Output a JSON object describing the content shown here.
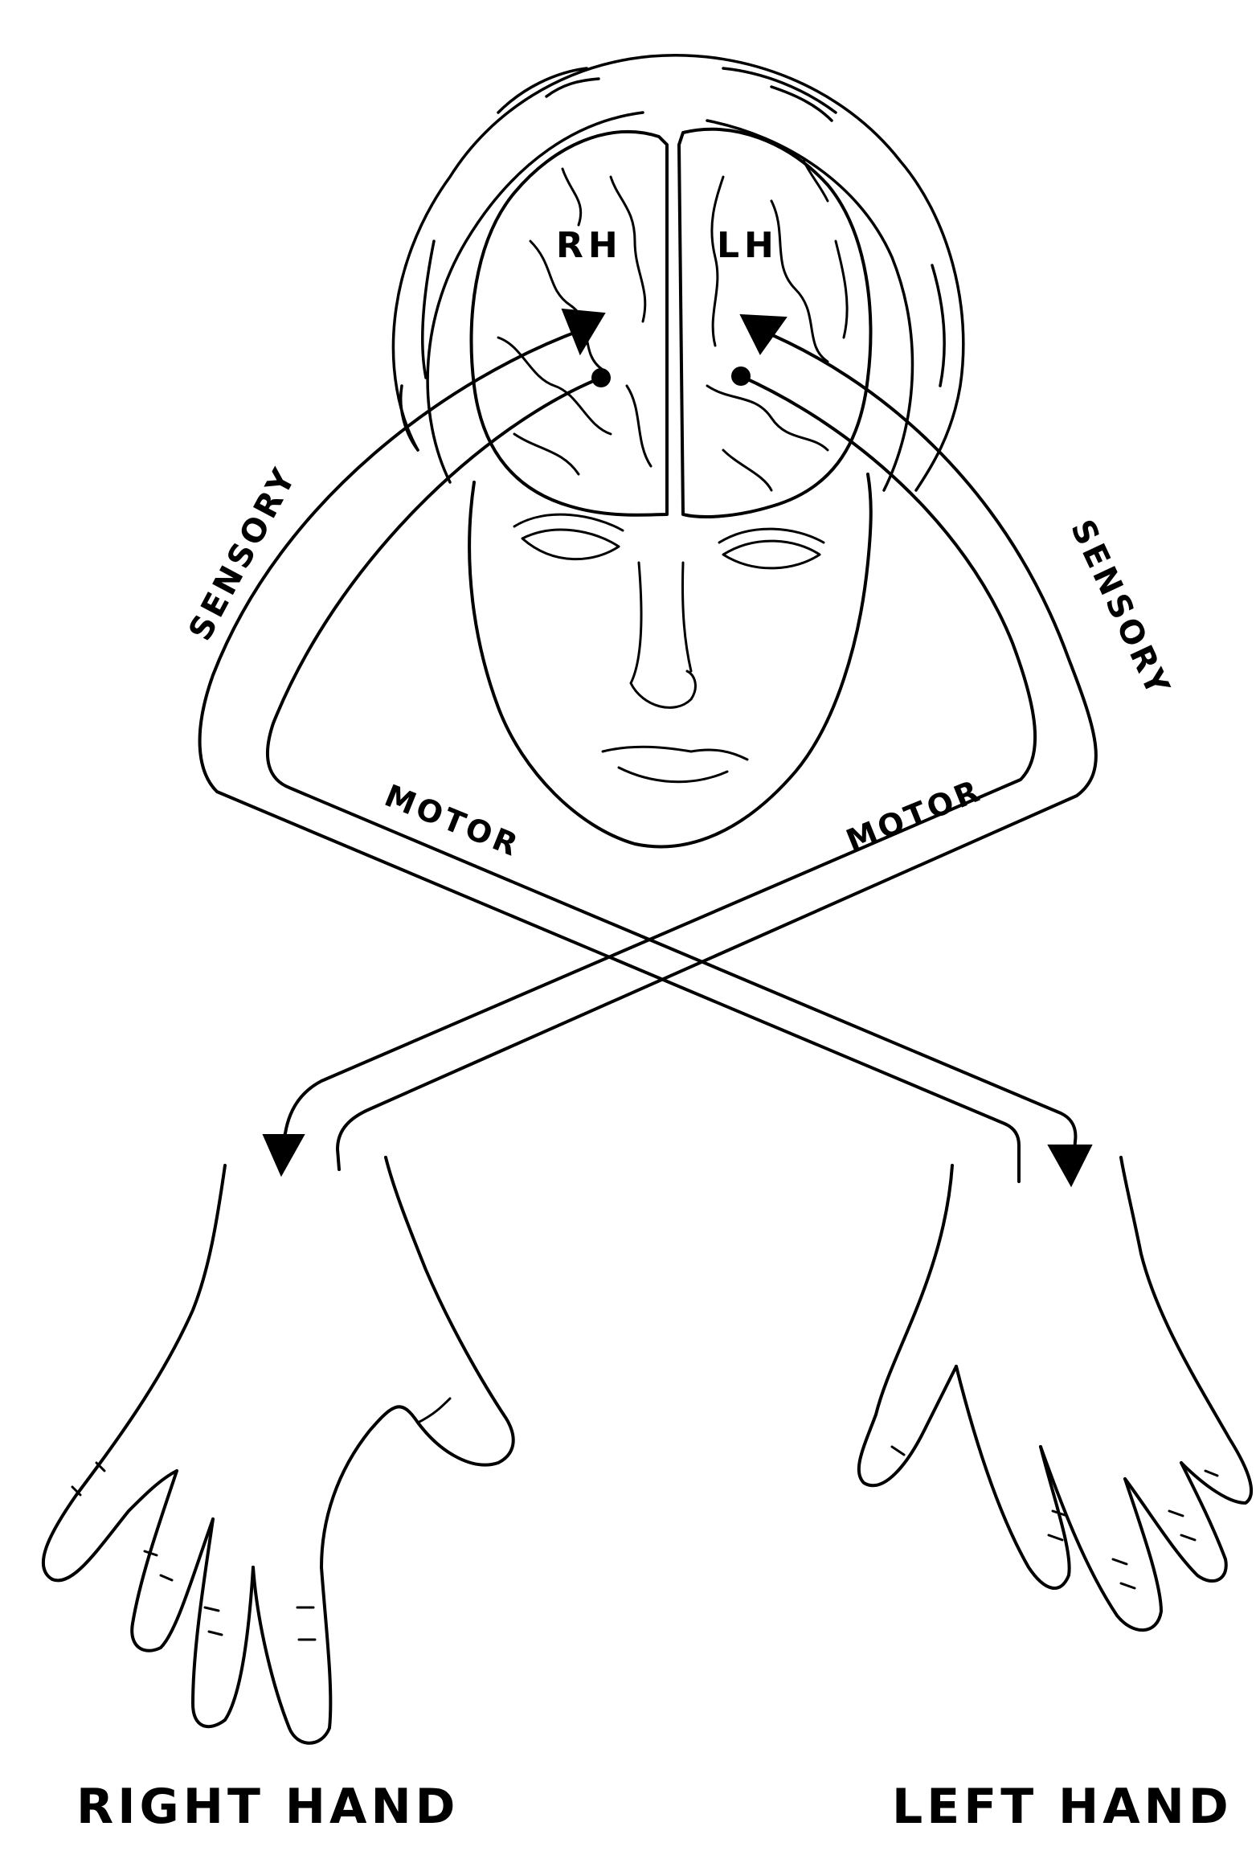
{
  "labels": {
    "rh": "RH",
    "lh": "LH",
    "sensory_left": "SENSORY",
    "sensory_right": "SENSORY",
    "motor_left": "MOTOR",
    "motor_right": "MOTOR",
    "right_hand": "RIGHT HAND",
    "left_hand": "LEFT HAND"
  },
  "colors": {
    "ink": "#000000",
    "background": "#ffffff"
  }
}
